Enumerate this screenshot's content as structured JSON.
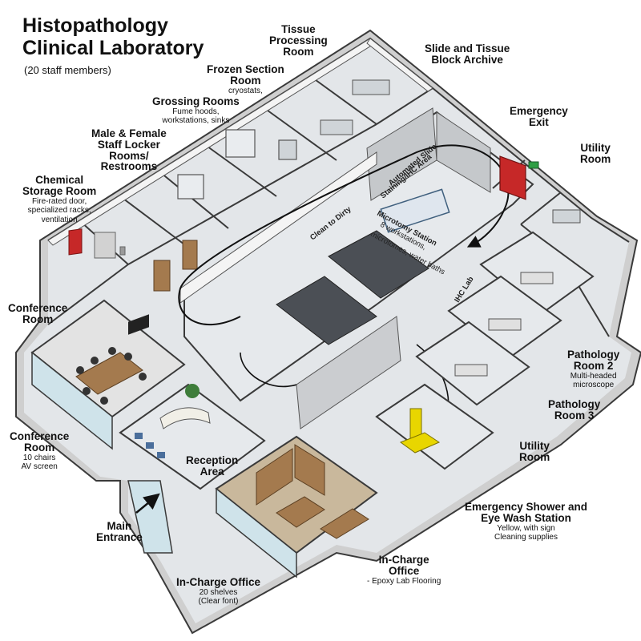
{
  "title_line1": "Histopathology",
  "title_line2": "Clinical Laboratory",
  "subtitle": "(20 staff members)",
  "rooms": {
    "tissue_processing": {
      "title": "Tissue\nProcessing\nRoom"
    },
    "frozen_section": {
      "title": "Frozen Section\nRoom",
      "note": "cryostats,"
    },
    "grossing": {
      "title": "Grossing Rooms",
      "note": "Fume hoods,\nworkstations, sinks"
    },
    "locker": {
      "title": "Male & Female\nStaff Locker\nRooms/\nRestrooms"
    },
    "chemical": {
      "title": "Chemical\nStorage Room",
      "note": "Fire-rated door,\nspecialized racks,\nventilation"
    },
    "conference_a": {
      "title": "Conference\nRoom"
    },
    "conference_b": {
      "title": "Conference\nRoom",
      "note": "10 chairs\nAV screen"
    },
    "slide_archive": {
      "title": "Slide and Tissue\nBlock Archive"
    },
    "emergency_exit": {
      "title": "Emergency\nExit"
    },
    "utility_top": {
      "title": "Utility\nRoom"
    },
    "pathology_2": {
      "title": "Pathology\nRoom 2",
      "note": "Multi-headed\nmicroscope"
    },
    "pathology_3": {
      "title": "Pathology\nRoom 3"
    },
    "utility_bottom": {
      "title": "Utility\nRoom"
    },
    "emergency_shower": {
      "title": "Emergency Shower and\nEye Wash Station",
      "note": "Yellow, with sign\nCleaning supplies"
    },
    "incharge_office_r": {
      "title": "In-Charge\nOffice",
      "note": "- Epoxy Lab Flooring"
    },
    "incharge_office_b": {
      "title": "In-Charge Office",
      "note": "20 shelves\n(Clear font)"
    },
    "main_entrance": {
      "title": "Main\nEntrance"
    },
    "reception": {
      "title": "Reception\nArea"
    }
  },
  "floor_labels": {
    "automated_slide": "Automated Slide",
    "staining_ihc": "Staining/IHC Area",
    "clean_to_dirty": "Clean to Dirty",
    "microtomy": "Microtomy Station",
    "microtomy_note1": "8 workstations,",
    "microtomy_note2": "microtomes, water baths",
    "ihc_lab": "IHC Lab"
  },
  "colors": {
    "wall_top": "#f1f1f1",
    "wall_side": "#b9b9b9",
    "floor": "#dde1e5",
    "wood": "#a47a4e",
    "emergency_red": "#c62828",
    "safety_yellow": "#e8d600",
    "exit_green": "#2e9e44"
  }
}
